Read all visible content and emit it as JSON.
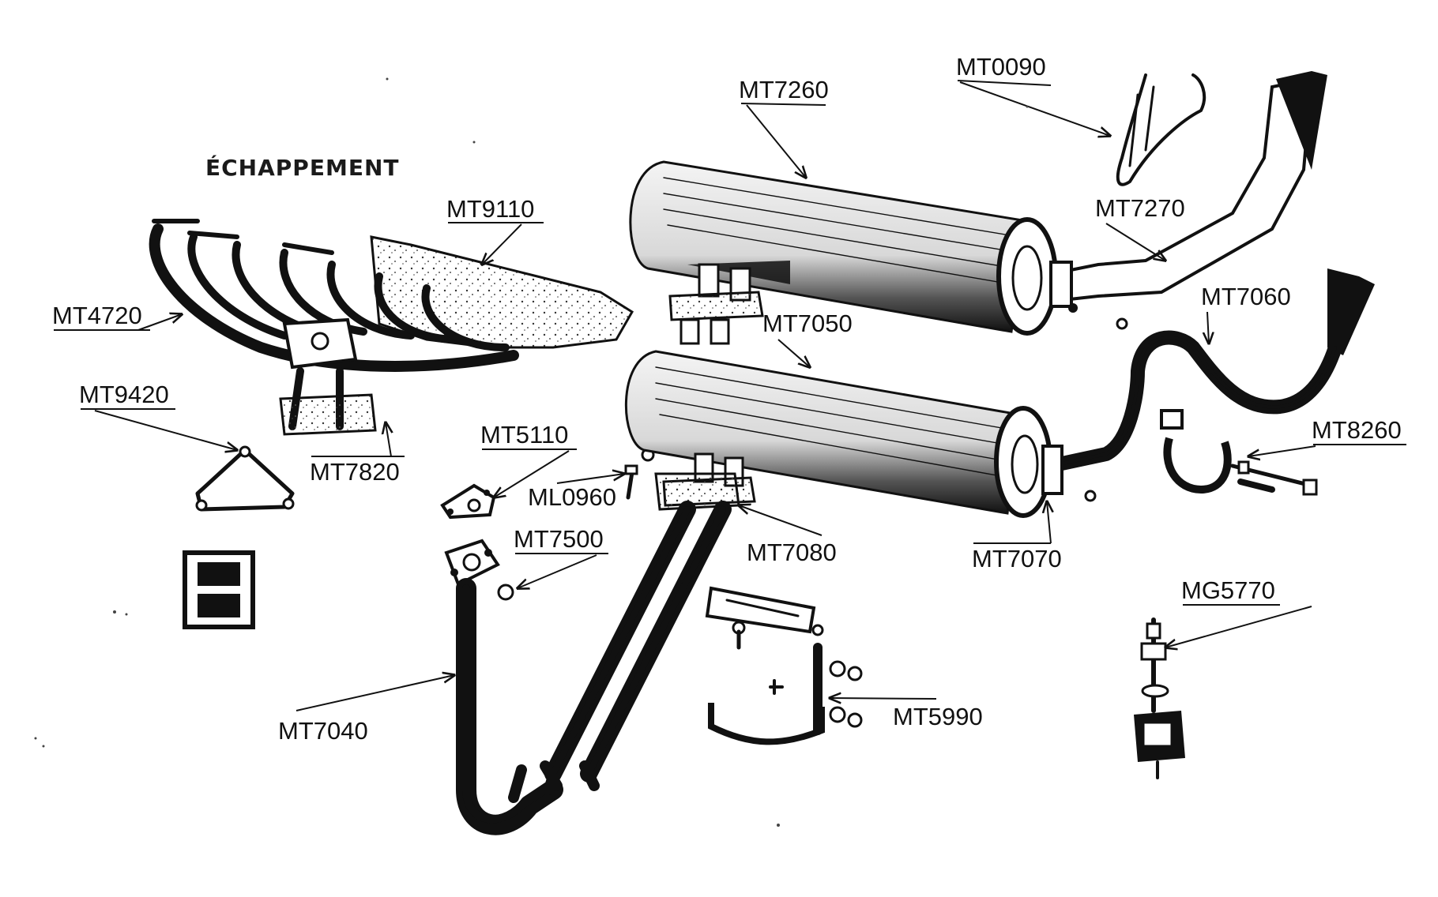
{
  "title": "ÉCHAPPEMENT",
  "labels": {
    "MT0090": "MT0090",
    "MT7260": "MT7260",
    "MT9110": "MT9110",
    "MT7270": "MT7270",
    "MT4720": "MT4720",
    "MT7060": "MT7060",
    "MT7050": "MT7050",
    "MT9420": "MT9420",
    "MT8260": "MT8260",
    "MT5110": "MT5110",
    "MT7820": "MT7820",
    "ML0960": "ML0960",
    "MT7080": "MT7080",
    "MT7070": "MT7070",
    "MT7500": "MT7500",
    "MG5770": "MG5770",
    "MT7040": "MT7040",
    "MT5990": "MT5990"
  },
  "colors": {
    "ink": "#111111",
    "paper": "#ffffff"
  }
}
